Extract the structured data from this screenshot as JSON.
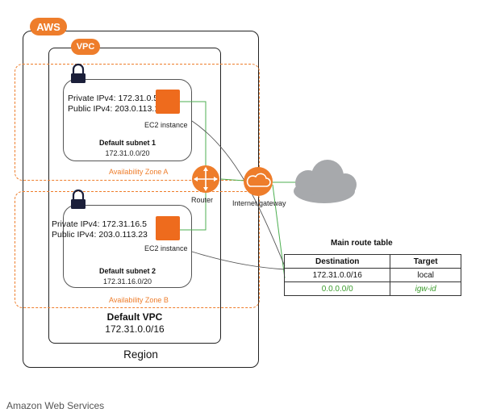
{
  "aws_badge": "AWS",
  "vpc_badge": "VPC",
  "subnet1": {
    "private_ip": "Private IPv4: 172.31.0.5",
    "public_ip": "Public IPv4: 203.0.113.17",
    "instance_label": "EC2 instance",
    "title": "Default subnet 1",
    "cidr": "172.31.0.0/20"
  },
  "subnet2": {
    "private_ip": "Private IPv4: 172.31.16.5",
    "public_ip": "Public IPv4: 203.0.113.23",
    "instance_label": "EC2 instance",
    "title": "Default subnet 2",
    "cidr": "172.31.16.0/20"
  },
  "az_a": "Availability Zone A",
  "az_b": "Availability Zone B",
  "router_label": "Router",
  "igw_label": "Internet gateway",
  "vpc": {
    "title": "Default VPC",
    "cidr": "172.31.0.0/16"
  },
  "region_label": "Region",
  "route_table": {
    "title": "Main route table",
    "headers": [
      "Destination",
      "Target"
    ],
    "rows": [
      [
        "172.31.0.0/16",
        "local"
      ],
      [
        "0.0.0.0/0",
        "igw-id"
      ]
    ]
  },
  "caption": "Amazon Web Services",
  "colors": {
    "accent": "#ee7d2b",
    "route_green": "#3a9b2b",
    "cloud_gray": "#a7a9ac"
  }
}
